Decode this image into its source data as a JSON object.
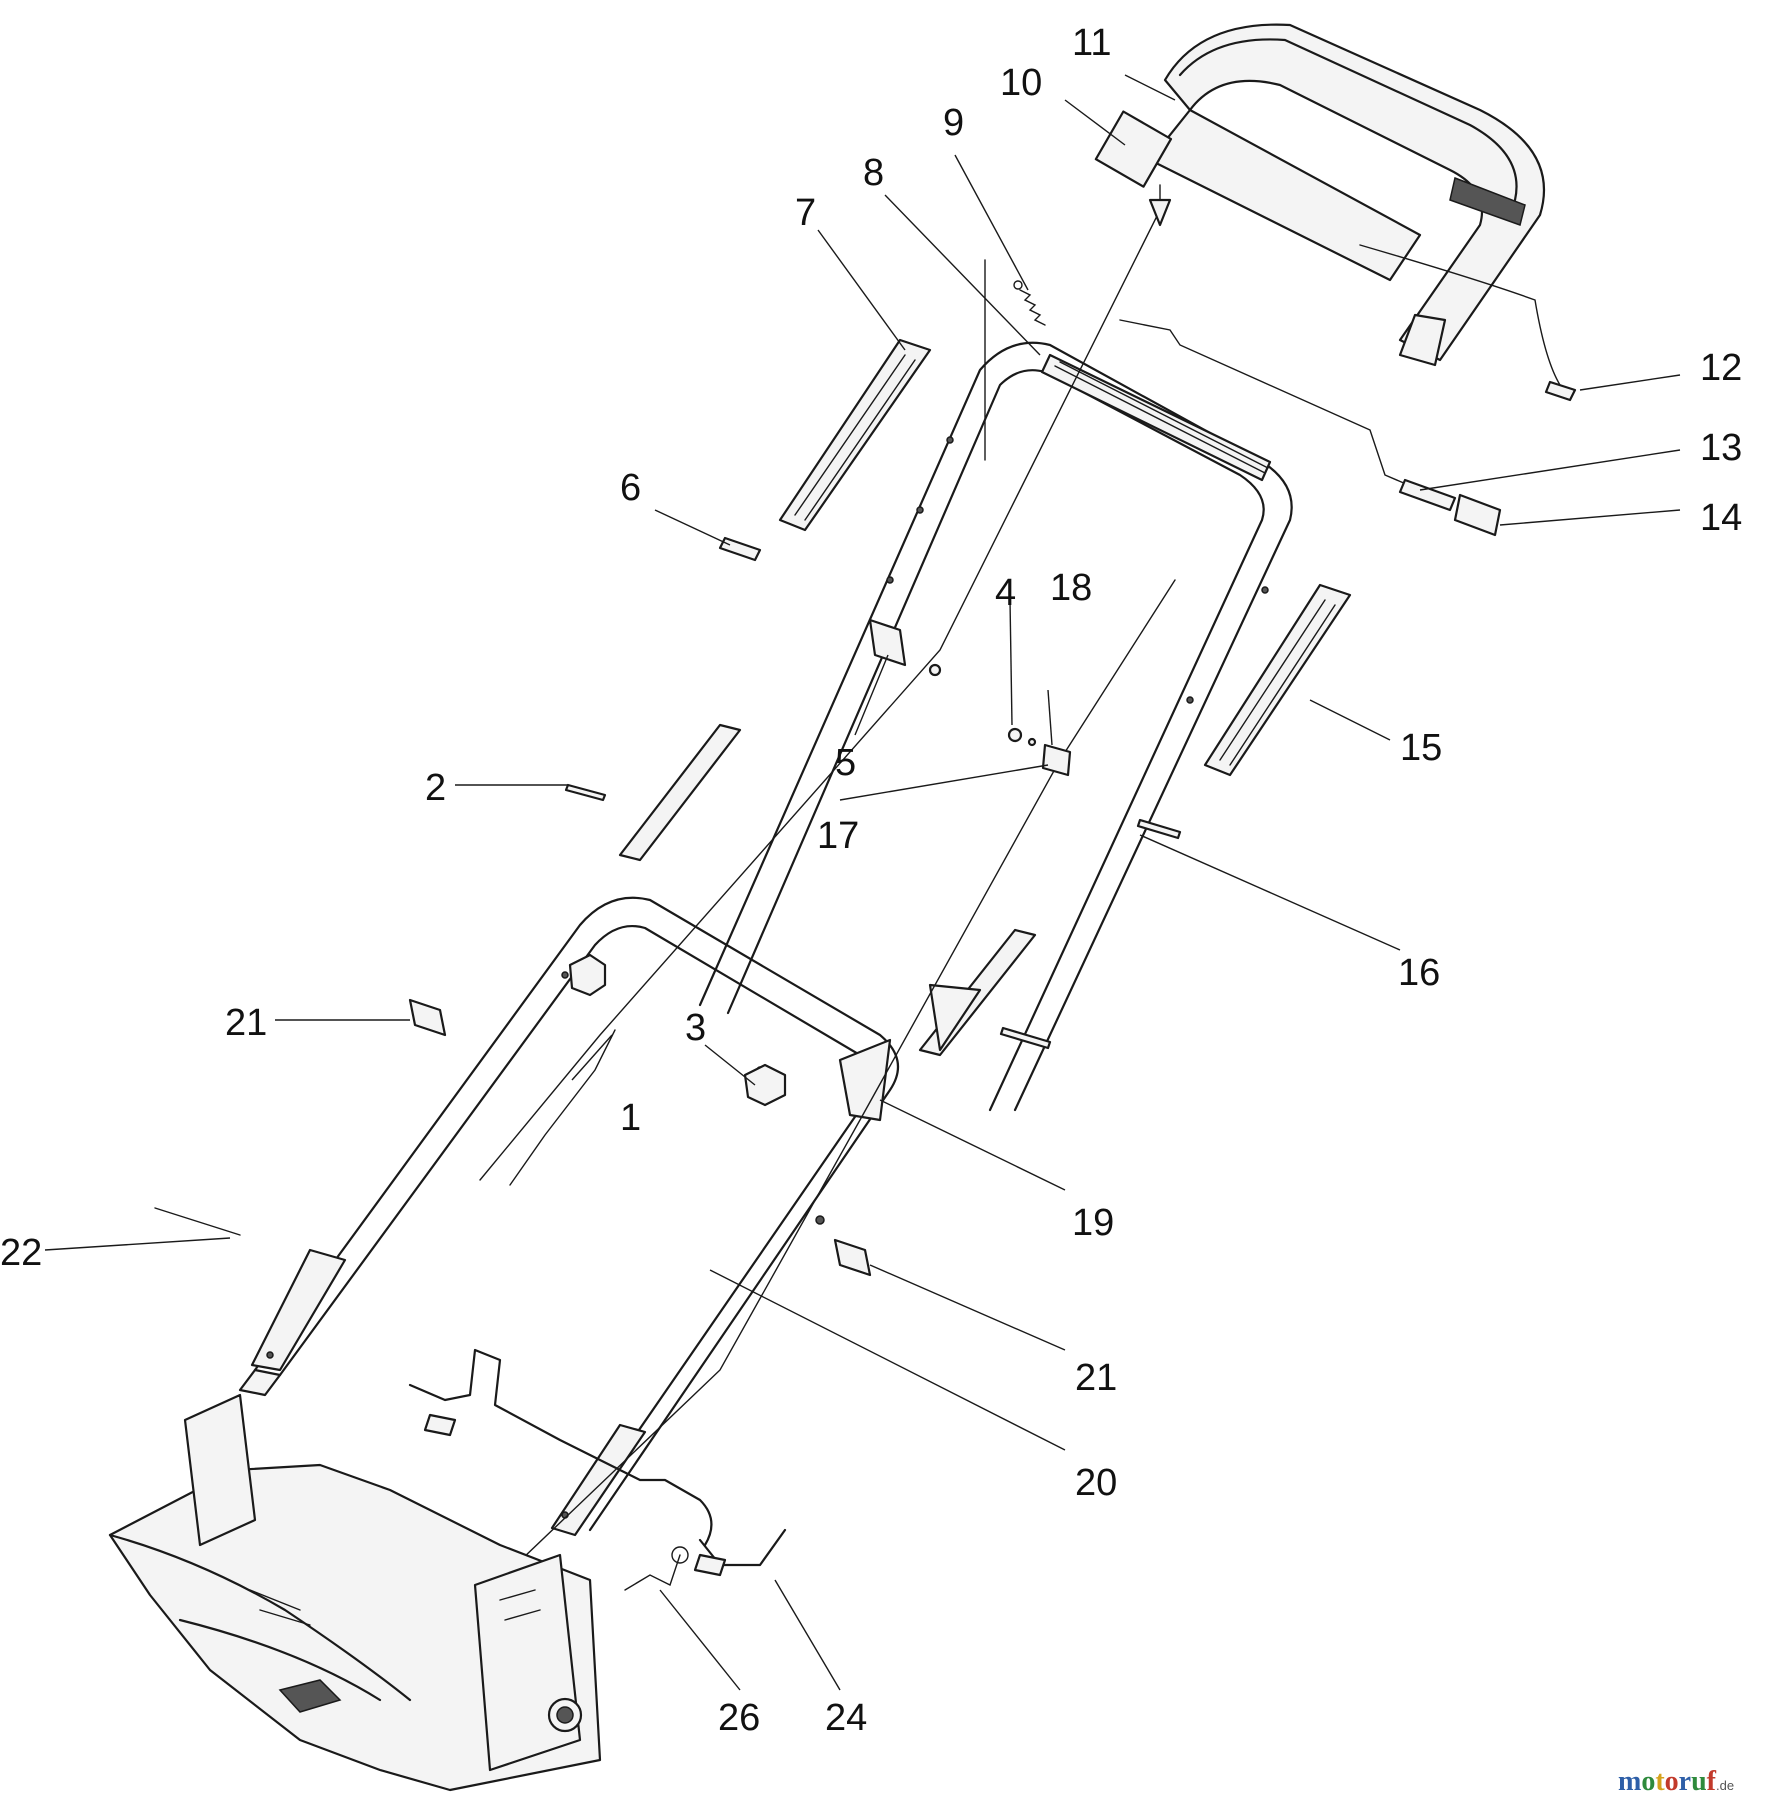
{
  "callouts": [
    {
      "id": "1",
      "label": "1"
    },
    {
      "id": "2",
      "label": "2"
    },
    {
      "id": "3",
      "label": "3"
    },
    {
      "id": "4",
      "label": "4"
    },
    {
      "id": "5",
      "label": "5"
    },
    {
      "id": "6",
      "label": "6"
    },
    {
      "id": "7",
      "label": "7"
    },
    {
      "id": "8",
      "label": "8"
    },
    {
      "id": "9",
      "label": "9"
    },
    {
      "id": "10",
      "label": "10"
    },
    {
      "id": "11",
      "label": "11"
    },
    {
      "id": "12",
      "label": "12"
    },
    {
      "id": "13",
      "label": "13"
    },
    {
      "id": "14",
      "label": "14"
    },
    {
      "id": "15",
      "label": "15"
    },
    {
      "id": "16",
      "label": "16"
    },
    {
      "id": "17",
      "label": "17"
    },
    {
      "id": "18",
      "label": "18"
    },
    {
      "id": "19",
      "label": "19"
    },
    {
      "id": "20",
      "label": "20"
    },
    {
      "id": "21a",
      "label": "21"
    },
    {
      "id": "21b",
      "label": "21"
    },
    {
      "id": "22",
      "label": "22"
    },
    {
      "id": "24",
      "label": "24"
    },
    {
      "id": "26",
      "label": "26"
    }
  ],
  "watermark": {
    "letters": [
      "m",
      "o",
      "t",
      "o",
      "r",
      "u",
      "f"
    ],
    "letter_colors": [
      "#2e5fa8",
      "#2e8a3c",
      "#d6a21c",
      "#c23a2b",
      "#2e5fa8",
      "#2e8a3c",
      "#c23a2b"
    ],
    "suffix": ".de"
  }
}
